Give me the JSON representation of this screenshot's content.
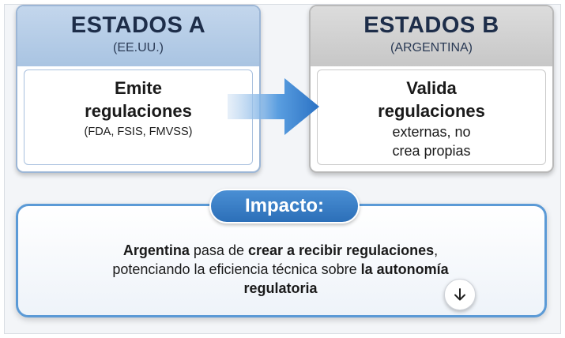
{
  "state_a": {
    "title": "ESTADOS A",
    "subtitle": "(EE.UU.)",
    "line1": "Emite",
    "line2": "regulaciones",
    "line3": "(FDA, FSIS, FMVSS)"
  },
  "state_b": {
    "title": "ESTADOS B",
    "subtitle": "(ARGENTINA)",
    "line1": "Valida",
    "line2": "regulaciones",
    "line3": "externas, no",
    "line4": "crea propias"
  },
  "impact": {
    "label": "Impacto:",
    "seg1": "Argentina",
    "seg2": " pasa de ",
    "seg3": "crear a recibir regulaciones",
    "seg4": ",",
    "seg5": "potenciando la eficiencia técnica sobre ",
    "seg6": "la autonomía",
    "seg7": "regulatoria"
  },
  "colors": {
    "accent": "#3b82d0",
    "card_a_header": "#b7cde8",
    "card_b_header": "#d0d0d0"
  },
  "icons": {
    "flow_arrow": "arrow-right-icon",
    "scroll_down": "arrow-down-icon"
  }
}
